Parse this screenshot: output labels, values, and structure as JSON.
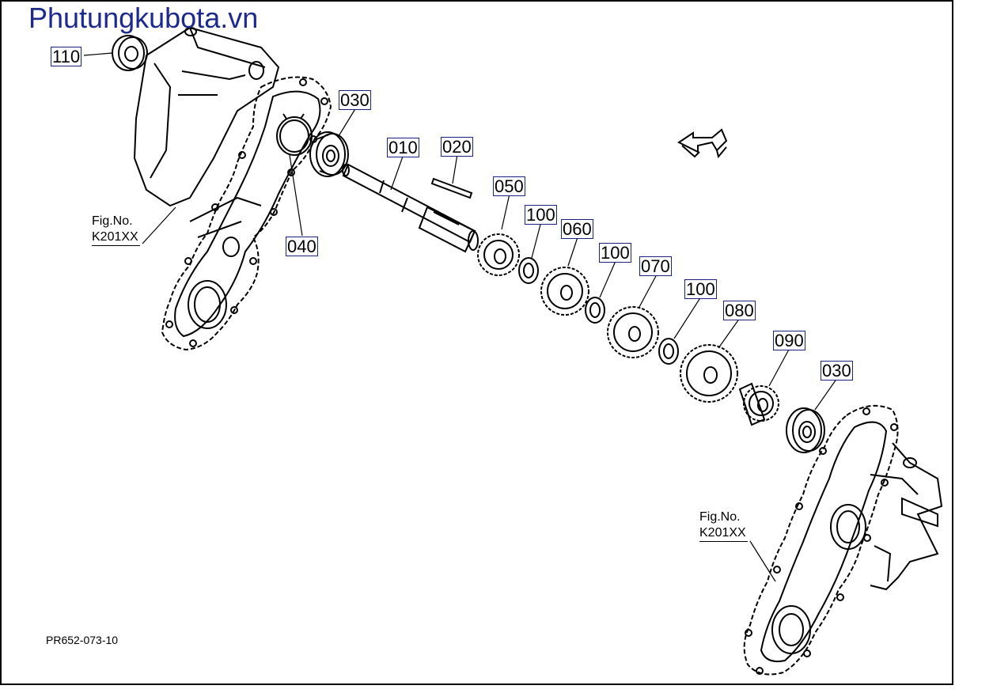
{
  "watermark": "Phutungkubota.vn",
  "drawing_code": "PR652-073-10",
  "fig_refs": [
    {
      "line1": "Fig.No.",
      "line2": "K201XX"
    },
    {
      "line1": "Fig.No.",
      "line2": "K201XX"
    }
  ],
  "parts": [
    {
      "label": "110"
    },
    {
      "label": "030"
    },
    {
      "label": "010"
    },
    {
      "label": "020"
    },
    {
      "label": "050"
    },
    {
      "label": "100"
    },
    {
      "label": "060"
    },
    {
      "label": "100"
    },
    {
      "label": "070"
    },
    {
      "label": "100"
    },
    {
      "label": "080"
    },
    {
      "label": "090"
    },
    {
      "label": "030"
    },
    {
      "label": "040"
    }
  ],
  "colors": {
    "label_border": "#1a237e",
    "watermark": "#1d2a8c",
    "line": "#000000"
  }
}
